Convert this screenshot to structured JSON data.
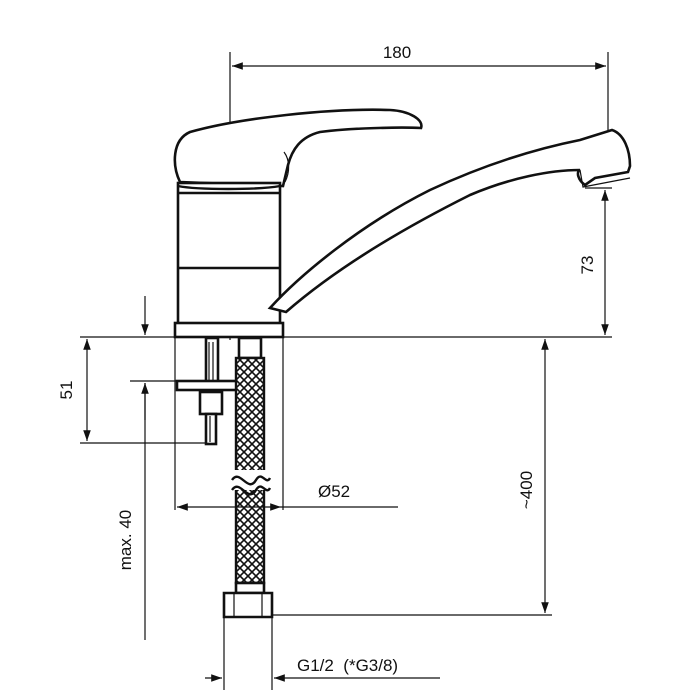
{
  "drawing": {
    "dimensions": {
      "width": "180",
      "spout_height": "73",
      "base_offset": "51",
      "max_thickness": "max. 40",
      "hose_length": "~400",
      "base_diameter": "Ø52",
      "connection": "G1/2  (*G3/8)"
    },
    "colors": {
      "line": "#111111",
      "background": "#ffffff"
    }
  }
}
